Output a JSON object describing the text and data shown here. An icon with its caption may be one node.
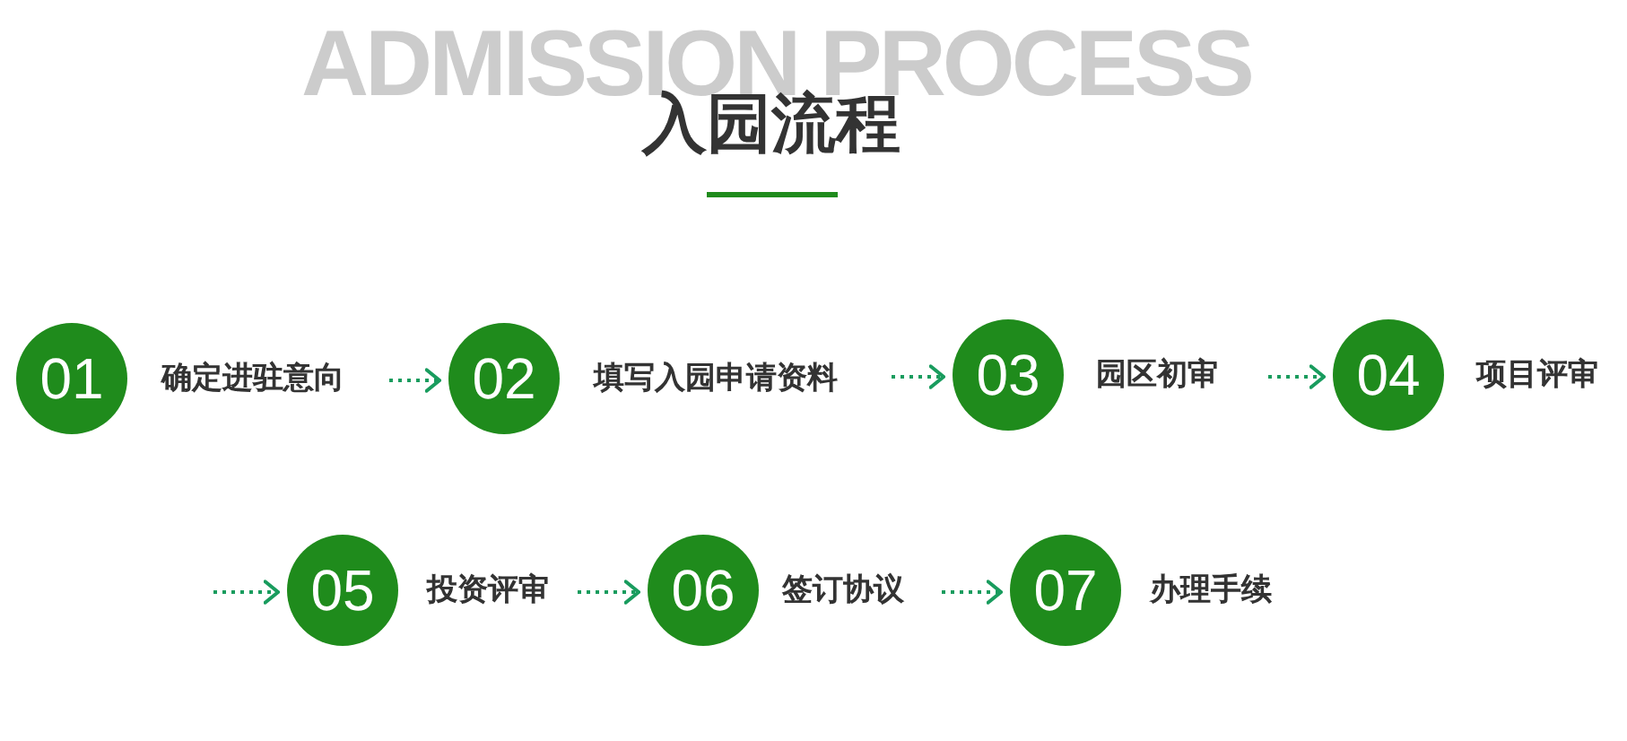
{
  "diagram": {
    "title": "入园流程",
    "nodes": [
      {
        "text": [
          "01"
        ],
        "beside": [
          "确定进驻意向"
        ]
      },
      {
        "text": [
          "02"
        ],
        "beside": [
          "填写入园申请资料"
        ]
      },
      {
        "text": [
          "03"
        ],
        "beside": [
          "园区初审"
        ]
      },
      {
        "text": [
          "04"
        ],
        "beside": [
          "项目评审"
        ]
      },
      {
        "text": [
          "05"
        ],
        "beside": [
          "投资评审"
        ]
      },
      {
        "text": [
          "06"
        ],
        "beside": [
          "签订协议"
        ]
      },
      {
        "text": [
          "07"
        ],
        "beside": [
          "办理手续"
        ]
      }
    ],
    "edges": [
      {
        "from": 0,
        "to": 1,
        "arrow": "to",
        "style": "dashed"
      },
      {
        "from": 1,
        "to": 2,
        "arrow": "to",
        "style": "dashed"
      },
      {
        "from": 2,
        "to": 3,
        "arrow": "to",
        "style": "dashed"
      },
      {
        "from": null,
        "to": 4,
        "arrow": "to",
        "style": "dashed"
      },
      {
        "from": 4,
        "to": 5,
        "arrow": "to",
        "style": "dashed"
      },
      {
        "from": 5,
        "to": 6,
        "arrow": "to",
        "style": "dashed"
      }
    ],
    "labels": [
      "ADMISSION PROCESS"
    ]
  }
}
